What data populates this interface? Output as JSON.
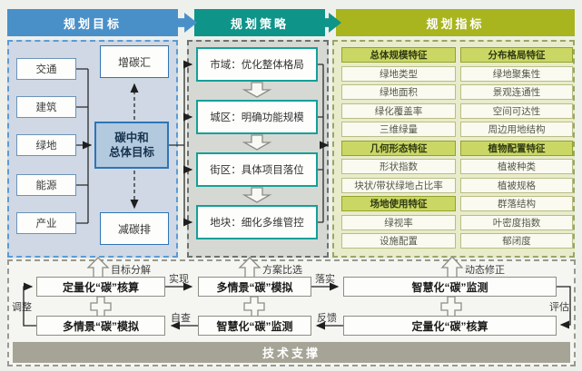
{
  "headers": {
    "goal": "规划目标",
    "strategy": "规划策略",
    "indicator": "规划指标"
  },
  "left_panel": {
    "sectors": [
      "交通",
      "建筑",
      "绿地",
      "能源",
      "产业"
    ],
    "increase_box": "增碳汇",
    "core_box_line1": "碳中和",
    "core_box_line2": "总体目标",
    "reduce_box": "减碳排"
  },
  "strategy_panel": {
    "steps": [
      "市域：优化整体格局",
      "城区：明确功能规模",
      "街区：具体项目落位",
      "地块：细化多维管控"
    ]
  },
  "indicator_panel": {
    "col_left": [
      "总体规模特征",
      "绿地类型",
      "绿地面积",
      "绿化覆盖率",
      "三维绿量",
      "几何形态特征",
      "形状指数",
      "块状/带状绿地占比率",
      "场地使用特征",
      "绿视率",
      "设施配置"
    ],
    "col_right": [
      "分布格局特征",
      "绿地聚集性",
      "景观连通性",
      "空间可达性",
      "周边用地结构",
      "植物配置特征",
      "植被种类",
      "植被规格",
      "群落结构",
      "叶密度指数",
      "郁闭度"
    ]
  },
  "bottom_panel": {
    "row1": [
      "定量化“碳”核算",
      "多情景“碳”模拟",
      "智慧化“碳”监测"
    ],
    "row2": [
      "多情景“碳”模拟",
      "智慧化“碳”监测",
      "定量化“碳”核算"
    ],
    "up_arrow_labels": [
      "目标分解",
      "方案比选",
      "动态修正"
    ],
    "forward_labels": [
      "实现",
      "落实"
    ],
    "backward_labels": [
      "自查",
      "反馈"
    ],
    "left_loop_label": "调整",
    "right_loop_label": "评估",
    "banner": "技术支撑"
  },
  "colors": {
    "goal_blue": "#4a90c8",
    "strategy_teal": "#0f9489",
    "indicator_olive": "#a9b51e",
    "highlight_green": "#cbd765",
    "core_blue": "#b3c9de",
    "support_gray": "#a6a496"
  }
}
